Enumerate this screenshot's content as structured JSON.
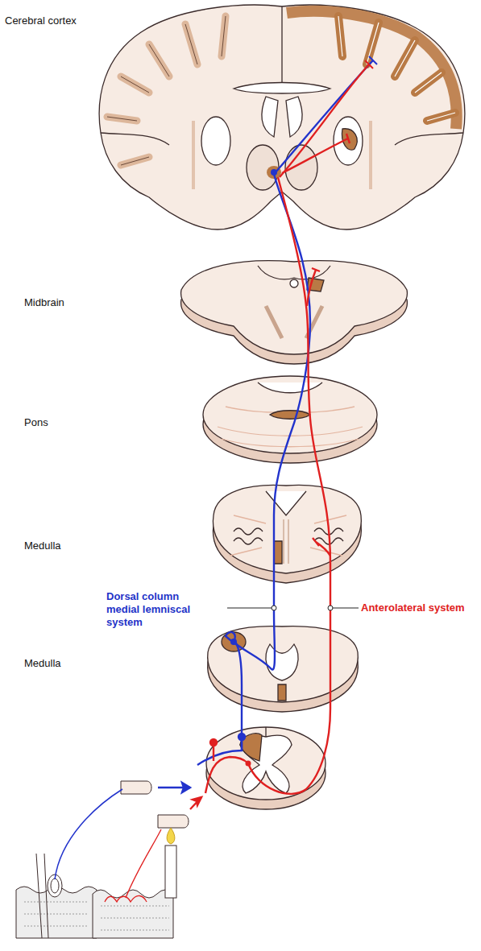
{
  "diagram": {
    "labels": [
      "Cerebral cortex",
      "Midbrain",
      "Pons",
      "Medulla",
      "Dorsal column medial lemniscal system",
      "Anterolateral system",
      "Medulla"
    ]
  }
}
